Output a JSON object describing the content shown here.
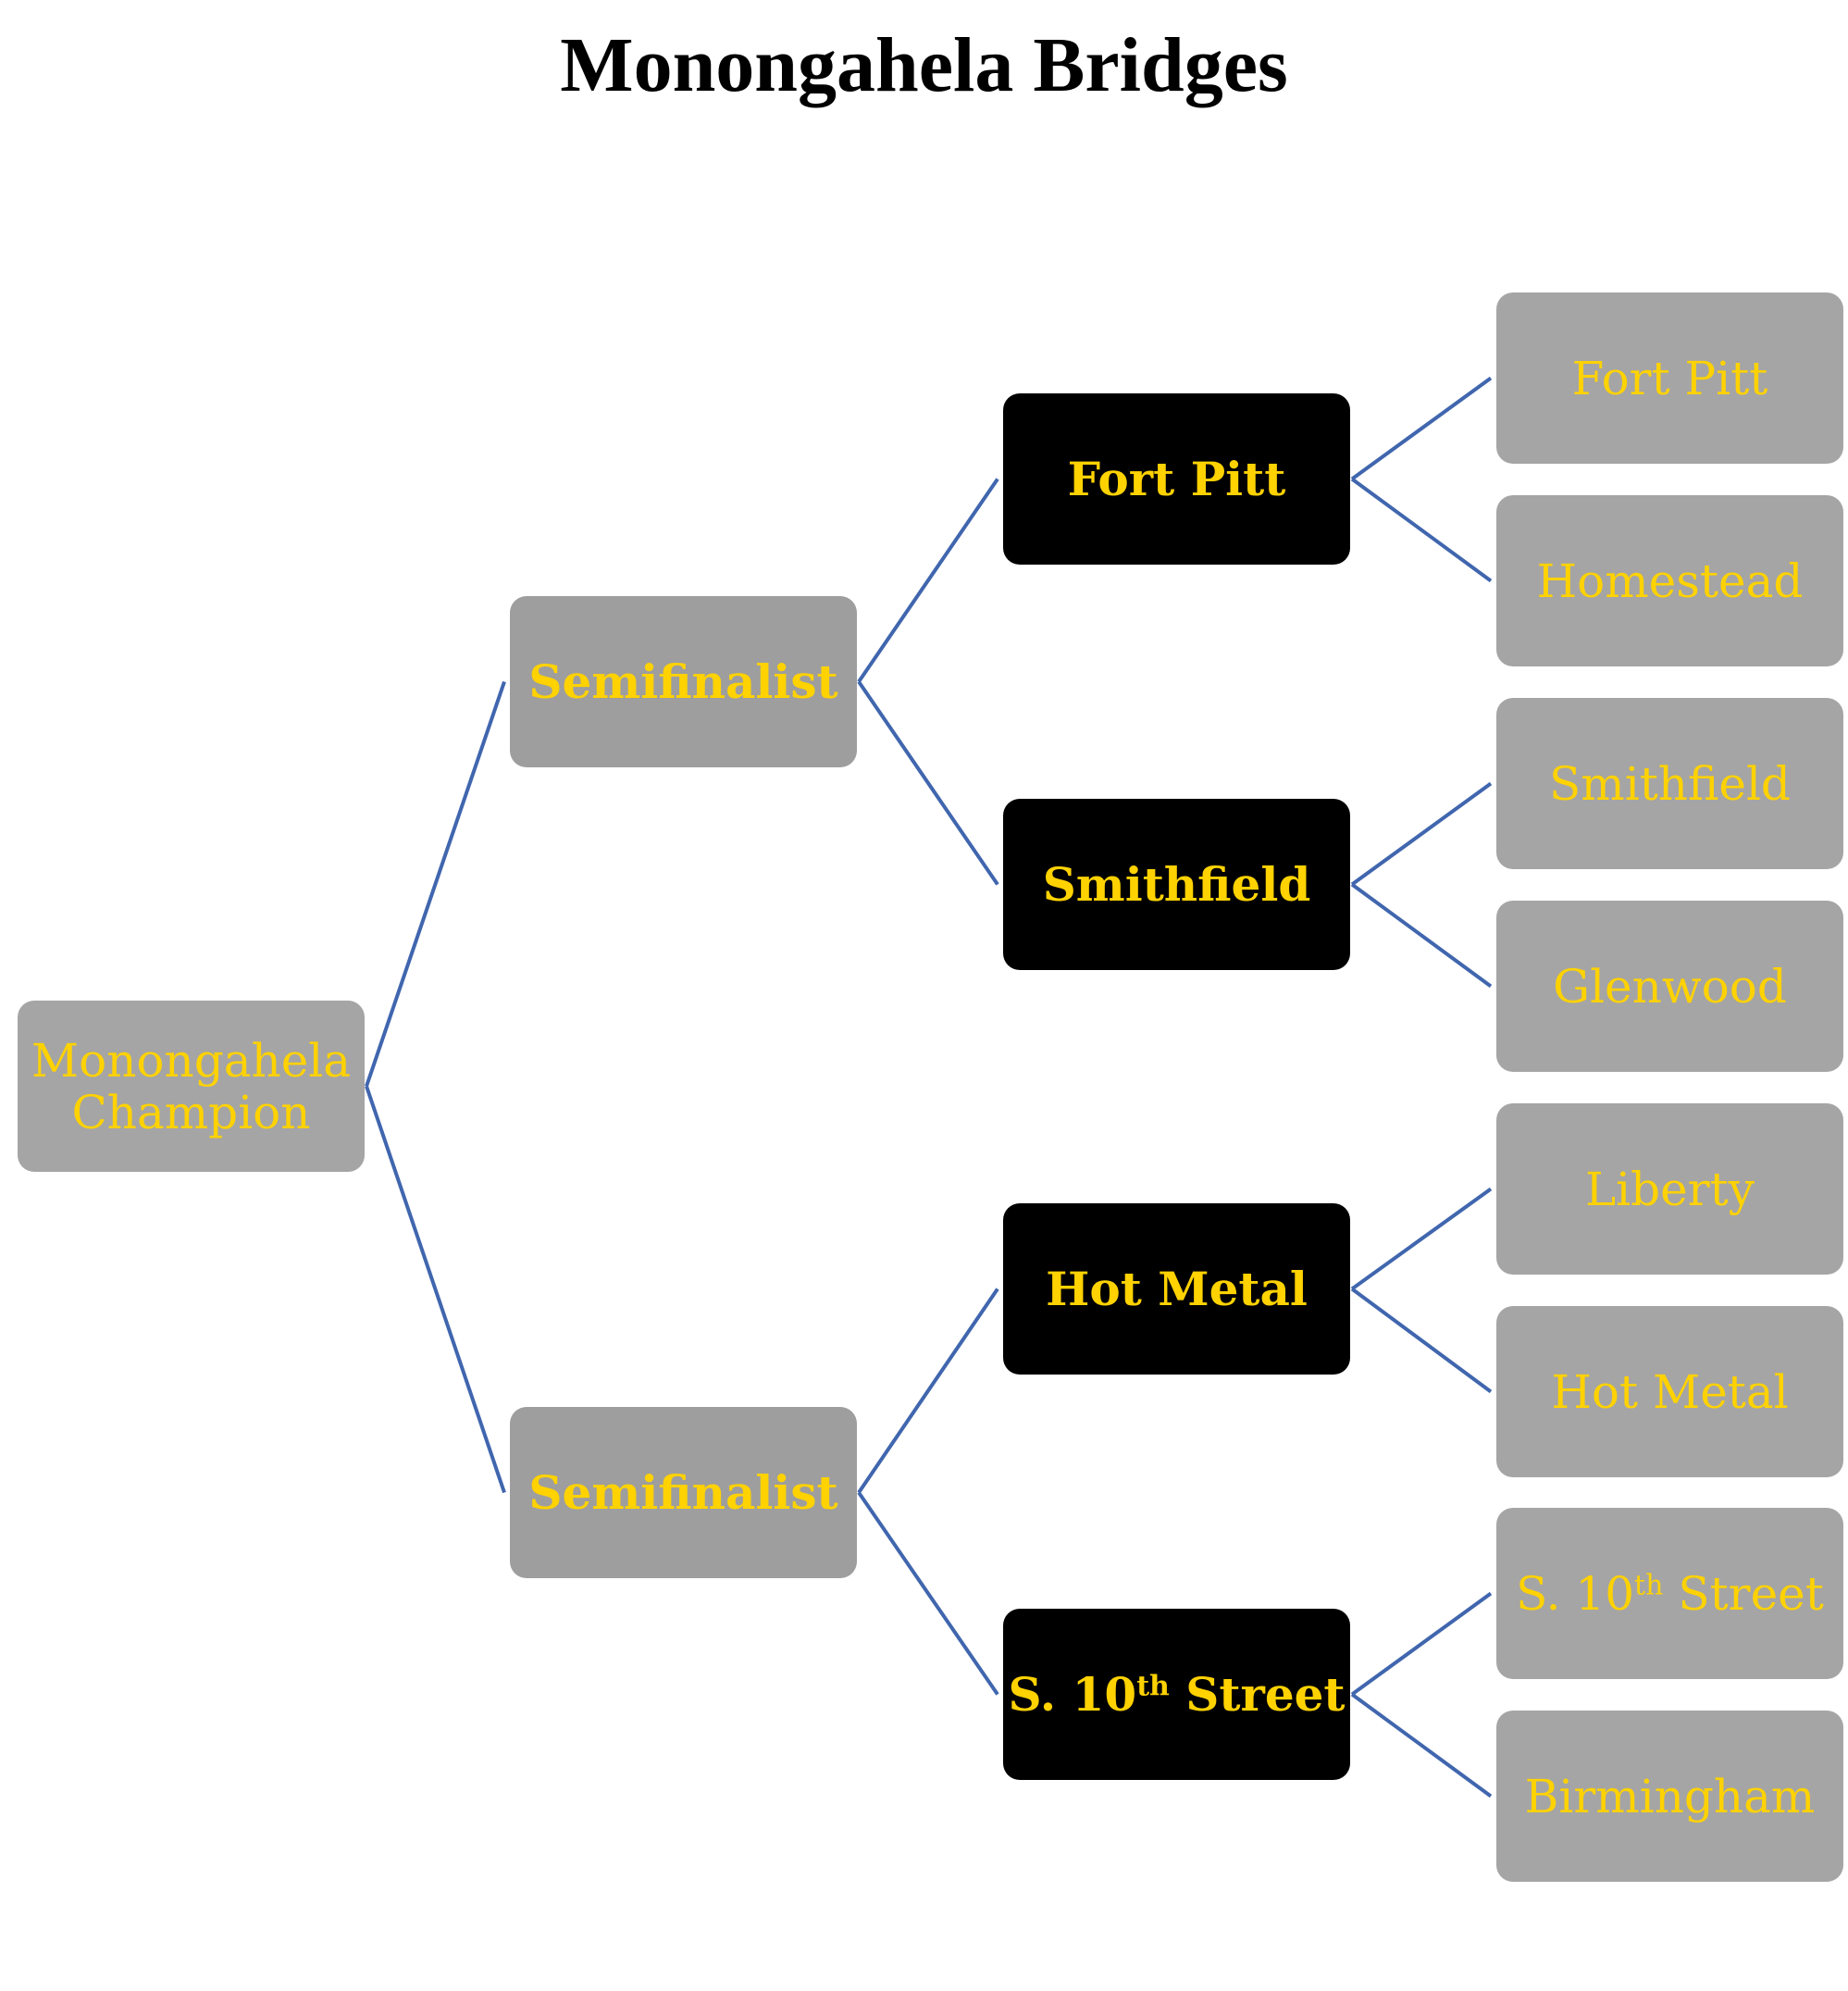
{
  "title": "Monongahela Bridges",
  "colors": {
    "box_gray": "#A5A5A5",
    "box_black": "#000000",
    "text_gold": "#FFD200",
    "connector_blue": "#4066AE"
  },
  "champion": {
    "label": "Monongahela Champion",
    "lines": [
      "Monongahela",
      "Champion"
    ]
  },
  "semifinalists": [
    {
      "label": "Semifinalist"
    },
    {
      "label": "Semifinalist"
    }
  ],
  "quarterfinalists": [
    {
      "label": "Fort Pitt",
      "base": "Fort Pitt",
      "sup": "",
      "rest": ""
    },
    {
      "label": "Smithfield",
      "base": "Smithfield",
      "sup": "",
      "rest": ""
    },
    {
      "label": "Hot Metal",
      "base": "Hot Metal",
      "sup": "",
      "rest": ""
    },
    {
      "label": "S. 10th Street",
      "base": "S. 10",
      "sup": "th",
      "rest": " Street"
    }
  ],
  "entrants": [
    {
      "label": "Fort Pitt",
      "base": "Fort Pitt",
      "sup": "",
      "rest": ""
    },
    {
      "label": "Homestead",
      "base": "Homestead",
      "sup": "",
      "rest": ""
    },
    {
      "label": "Smithfield",
      "base": "Smithfield",
      "sup": "",
      "rest": ""
    },
    {
      "label": "Glenwood",
      "base": "Glenwood",
      "sup": "",
      "rest": ""
    },
    {
      "label": "Liberty",
      "base": "Liberty",
      "sup": "",
      "rest": ""
    },
    {
      "label": "Hot Metal",
      "base": "Hot Metal",
      "sup": "",
      "rest": ""
    },
    {
      "label": "S. 10th Street",
      "base": "S. 10",
      "sup": "th",
      "rest": " Street"
    },
    {
      "label": "Birmingham",
      "base": "Birmingham",
      "sup": "",
      "rest": ""
    }
  ]
}
